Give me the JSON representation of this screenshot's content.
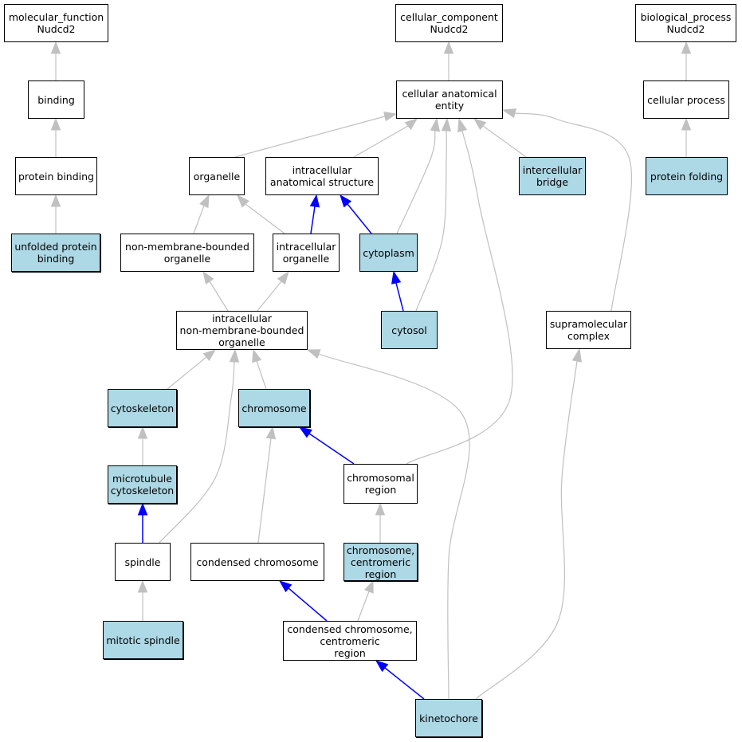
{
  "colors": {
    "highlight": "#add8e6",
    "edge_gray": "#c0c0c0",
    "edge_blue": "#0000ff"
  },
  "nodes": {
    "mf": {
      "label": "molecular_function\nNudcd2",
      "highlighted": false
    },
    "cc": {
      "label": "cellular_component\nNudcd2",
      "highlighted": false
    },
    "bp": {
      "label": "biological_process\nNudcd2",
      "highlighted": false
    },
    "binding": {
      "label": "binding",
      "highlighted": false
    },
    "cae": {
      "label": "cellular anatomical\nentity",
      "highlighted": false
    },
    "cellproc": {
      "label": "cellular process",
      "highlighted": false
    },
    "protbind": {
      "label": "protein binding",
      "highlighted": false
    },
    "organelle": {
      "label": "organelle",
      "highlighted": false
    },
    "ias": {
      "label": "intracellular\nanatomical structure",
      "highlighted": false
    },
    "icbridge": {
      "label": "intercellular\nbridge",
      "highlighted": true
    },
    "protfold": {
      "label": "protein folding",
      "highlighted": true
    },
    "unfolded": {
      "label": "unfolded protein\nbinding",
      "highlighted": true
    },
    "nmbo": {
      "label": "non-membrane-bounded\norganelle",
      "highlighted": false
    },
    "icorg": {
      "label": "intracellular\norganelle",
      "highlighted": false
    },
    "cytoplasm": {
      "label": "cytoplasm",
      "highlighted": true
    },
    "inmbo": {
      "label": "intracellular\nnon-membrane-bounded\norganelle",
      "highlighted": false
    },
    "cytosol": {
      "label": "cytosol",
      "highlighted": true
    },
    "supramol": {
      "label": "supramolecular\ncomplex",
      "highlighted": false
    },
    "cytoskel": {
      "label": "cytoskeleton",
      "highlighted": true
    },
    "chromosome": {
      "label": "chromosome",
      "highlighted": true
    },
    "chromreg": {
      "label": "chromosomal\nregion",
      "highlighted": false
    },
    "mtcytoskel": {
      "label": "microtubule\ncytoskeleton",
      "highlighted": true
    },
    "spindle": {
      "label": "spindle",
      "highlighted": false
    },
    "condchrom": {
      "label": "condensed chromosome",
      "highlighted": false
    },
    "chromcent": {
      "label": "chromosome,\ncentromeric\nregion",
      "highlighted": true
    },
    "mitspindle": {
      "label": "mitotic spindle",
      "highlighted": true
    },
    "condcent": {
      "label": "condensed chromosome,\ncentromeric\nregion",
      "highlighted": false
    },
    "kinetochore": {
      "label": "kinetochore",
      "highlighted": true
    }
  },
  "edges": [
    {
      "from": "binding",
      "to": "mf",
      "kind": "is_a"
    },
    {
      "from": "protbind",
      "to": "binding",
      "kind": "is_a"
    },
    {
      "from": "unfolded",
      "to": "protbind",
      "kind": "is_a"
    },
    {
      "from": "cae",
      "to": "cc",
      "kind": "is_a"
    },
    {
      "from": "cellproc",
      "to": "bp",
      "kind": "is_a"
    },
    {
      "from": "protfold",
      "to": "cellproc",
      "kind": "is_a"
    },
    {
      "from": "organelle",
      "to": "cae",
      "kind": "is_a"
    },
    {
      "from": "ias",
      "to": "cae",
      "kind": "is_a"
    },
    {
      "from": "icbridge",
      "to": "cae",
      "kind": "is_a"
    },
    {
      "from": "cytoplasm",
      "to": "cae",
      "kind": "is_a"
    },
    {
      "from": "cytosol",
      "to": "cae",
      "kind": "is_a"
    },
    {
      "from": "chromreg",
      "to": "cae",
      "kind": "is_a"
    },
    {
      "from": "supramol",
      "to": "cae",
      "kind": "is_a"
    },
    {
      "from": "nmbo",
      "to": "organelle",
      "kind": "is_a"
    },
    {
      "from": "icorg",
      "to": "organelle",
      "kind": "is_a"
    },
    {
      "from": "icorg",
      "to": "ias",
      "kind": "part_of"
    },
    {
      "from": "cytoplasm",
      "to": "ias",
      "kind": "part_of"
    },
    {
      "from": "cytosol",
      "to": "cytoplasm",
      "kind": "part_of"
    },
    {
      "from": "inmbo",
      "to": "nmbo",
      "kind": "is_a"
    },
    {
      "from": "inmbo",
      "to": "icorg",
      "kind": "is_a"
    },
    {
      "from": "cytoskel",
      "to": "inmbo",
      "kind": "is_a"
    },
    {
      "from": "chromosome",
      "to": "inmbo",
      "kind": "is_a"
    },
    {
      "from": "spindle",
      "to": "inmbo",
      "kind": "is_a"
    },
    {
      "from": "kinetochore",
      "to": "inmbo",
      "kind": "is_a"
    },
    {
      "from": "mtcytoskel",
      "to": "cytoskel",
      "kind": "is_a"
    },
    {
      "from": "spindle",
      "to": "mtcytoskel",
      "kind": "part_of"
    },
    {
      "from": "mitspindle",
      "to": "spindle",
      "kind": "is_a"
    },
    {
      "from": "chromreg",
      "to": "chromosome",
      "kind": "part_of"
    },
    {
      "from": "condchrom",
      "to": "chromosome",
      "kind": "is_a"
    },
    {
      "from": "chromcent",
      "to": "chromreg",
      "kind": "is_a"
    },
    {
      "from": "condcent",
      "to": "condchrom",
      "kind": "part_of"
    },
    {
      "from": "condcent",
      "to": "chromcent",
      "kind": "is_a"
    },
    {
      "from": "kinetochore",
      "to": "condcent",
      "kind": "part_of"
    },
    {
      "from": "kinetochore",
      "to": "supramol",
      "kind": "is_a"
    }
  ]
}
